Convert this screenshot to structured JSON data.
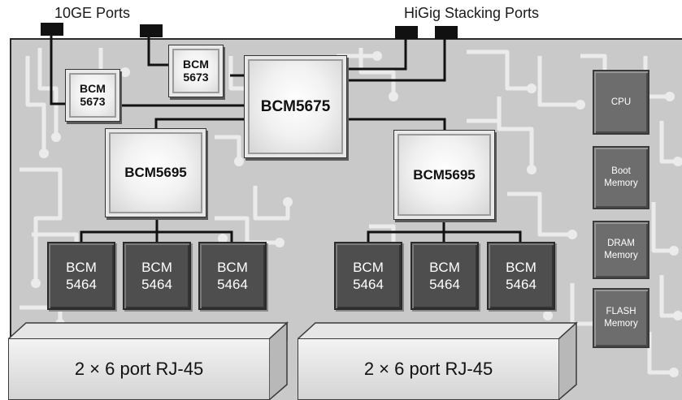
{
  "labels": {
    "ten_ge_ports": "10GE Ports",
    "higig_ports": "HiGig Stacking Ports"
  },
  "chips": {
    "bcm5673_a": {
      "line1": "BCM",
      "line2": "5673"
    },
    "bcm5673_b": {
      "line1": "BCM",
      "line2": "5673"
    },
    "bcm5675": "BCM5675",
    "bcm5695_left": "BCM5695",
    "bcm5695_right": "BCM5695"
  },
  "phys": [
    "BCM\n5464",
    "BCM\n5464",
    "BCM\n5464",
    "BCM\n5464",
    "BCM\n5464",
    "BCM\n5464"
  ],
  "side_components": {
    "cpu": "CPU",
    "boot": "Boot\nMemory",
    "dram": "DRAM\nMemory",
    "flash": "FLASH\nMemory"
  },
  "connectors": [
    "2 × 6 port RJ-45",
    "2 × 6 port RJ-45"
  ],
  "colors": {
    "board": "#c9c9c9",
    "trace": "#e9e9e9",
    "chip_dark": "#4e4e4e",
    "side_chip": "#6d6d6d",
    "wire": "#111111"
  }
}
